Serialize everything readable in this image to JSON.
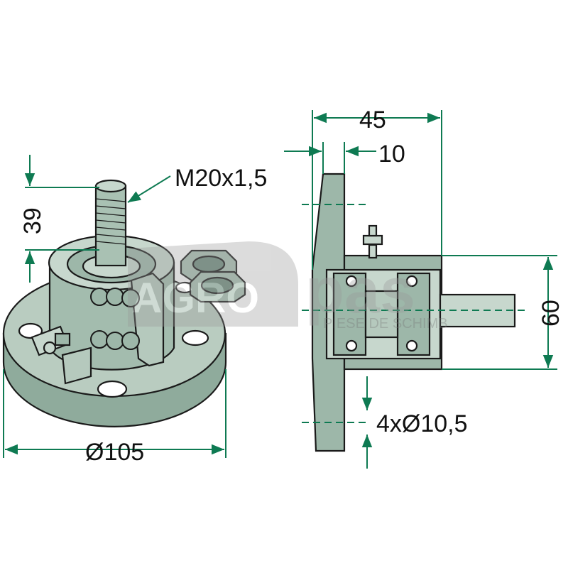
{
  "dimensions": {
    "thread": "M20x1,5",
    "stud_height": "39",
    "flange_diameter": "Ø105",
    "overall_width": "45",
    "flange_thickness": "10",
    "shaft_height": "60",
    "holes": "4xØ10,5"
  },
  "watermark": {
    "brand": "AGRO",
    "brand_suffix": "pas",
    "tagline": "PIESE DE SCHIMB"
  },
  "colors": {
    "part_fill": "#9db7a9",
    "part_light": "#c7d7cd",
    "dimension_line": "#0e7a52",
    "outline": "#1a1a1a"
  }
}
